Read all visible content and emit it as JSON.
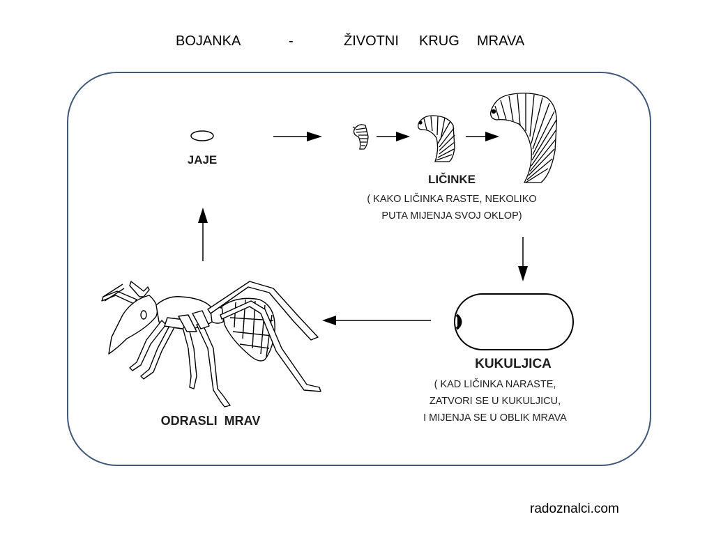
{
  "title": {
    "part1": "BOJANKA",
    "separator": "-",
    "part2": "ŽIVOTNI",
    "part3": "KRUG",
    "part4": "MRAVA"
  },
  "stages": {
    "egg": {
      "label": "JAJE"
    },
    "larvae": {
      "label": "LIČINKE",
      "note_line1": "( KAKO LIČINKA RASTE, NEKOLIKO",
      "note_line2": "PUTA MIJENJA SVOJ OKLOP)"
    },
    "pupa": {
      "label": "KUKULJICA",
      "note_line1": "( KAD LIČINKA NARASTE,",
      "note_line2": "ZATVORI SE U KUKULJICU,",
      "note_line3": "I MIJENJA SE U OBLIK MRAVA"
    },
    "adult": {
      "label": "ODRASLI  MRAV"
    }
  },
  "footer": {
    "source": "radoznalci.com"
  },
  "colors": {
    "frame": "#41587a",
    "ink": "#1e1e1e"
  }
}
